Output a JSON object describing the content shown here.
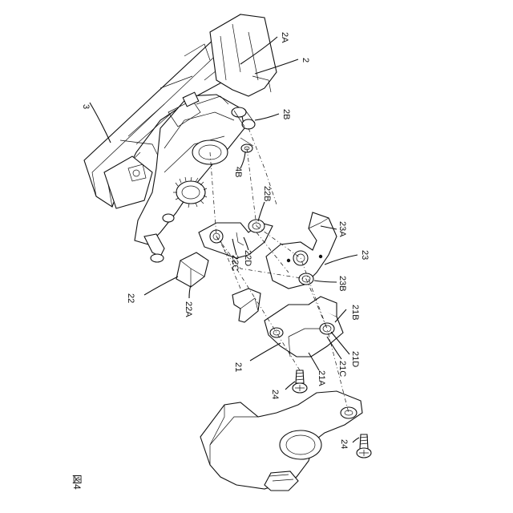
{
  "figure": {
    "caption": "図4"
  },
  "labels": {
    "l3": "3",
    "l2A": "2A",
    "l2": "2",
    "l2B": "2B",
    "l4B": "4B",
    "l22B": "22B",
    "l23A": "23A",
    "l22C": "22C",
    "l22D": "22D",
    "l23": "23",
    "l23B": "23B",
    "l22": "22",
    "l22A": "22A",
    "l21B": "21B",
    "l21": "21",
    "l21C": "21C",
    "l21D": "21D",
    "l21A": "21A",
    "l24a": "24",
    "l24b": "24"
  }
}
